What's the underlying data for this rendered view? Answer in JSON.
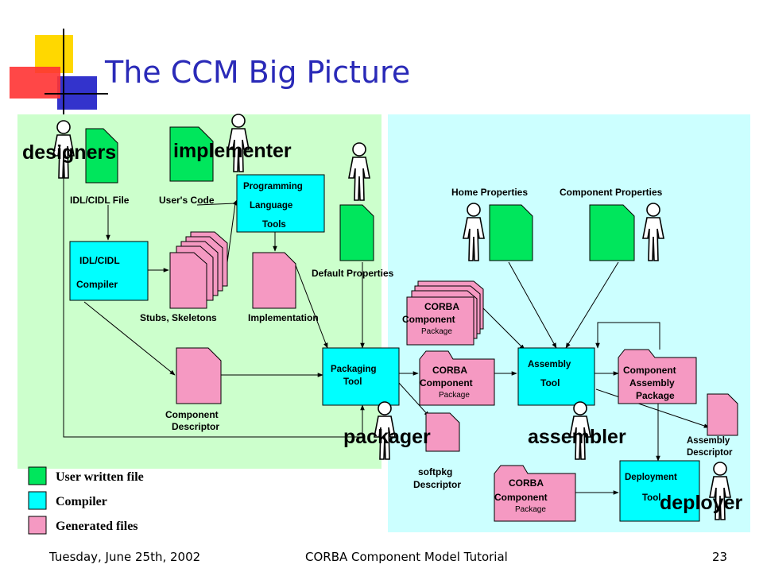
{
  "slide": {
    "title": "The CCM Big Picture",
    "footer_left": "Tuesday, June 25th, 2002",
    "footer_center": "CORBA Component Model Tutorial",
    "page_number": "23"
  },
  "roles": {
    "designers": "designers",
    "implementer": "implementer",
    "packager": "packager",
    "assembler": "assembler",
    "deployer": "deployer"
  },
  "labels": {
    "idl_file": "IDL/CIDL File",
    "users_code": "User's Code",
    "prog_lang_1": "Programming",
    "prog_lang_2": "Language",
    "prog_lang_3": "Tools",
    "idl_compiler_1": "IDL/CIDL",
    "idl_compiler_2": "Compiler",
    "stubs": "Stubs, Skeletons",
    "implementation": "Implementation",
    "default_props": "Default Properties",
    "comp_desc_1": "Component",
    "comp_desc_2": "Descriptor",
    "packaging_1": "Packaging",
    "packaging_2": "Tool",
    "home_props": "Home Properties",
    "component_props": "Component Properties",
    "corba_1": "CORBA",
    "corba_2": "Component",
    "corba_3": "Package",
    "assembly_tool_1": "Assembly",
    "assembly_tool_2": "Tool",
    "comp_asm_1": "Component",
    "comp_asm_2": "Assembly",
    "comp_asm_3": "Package",
    "asm_desc_1": "Assembly",
    "asm_desc_2": "Descriptor",
    "softpkg_1": "softpkg",
    "softpkg_2": "Descriptor",
    "deploy_1": "Deployment",
    "deploy_2": "Tool"
  },
  "legend": [
    {
      "label": "User written file",
      "color": "#00e65c"
    },
    {
      "label": "Compiler",
      "color": "#00ffff"
    },
    {
      "label": "Generated files",
      "color": "#f599c2"
    }
  ],
  "colors": {
    "title": "#2a2ab8",
    "left_panel": "#ccffcc",
    "right_panel": "#ccffff",
    "user_file": "#00e65c",
    "tool": "#00ffff",
    "generated": "#f599c2"
  }
}
